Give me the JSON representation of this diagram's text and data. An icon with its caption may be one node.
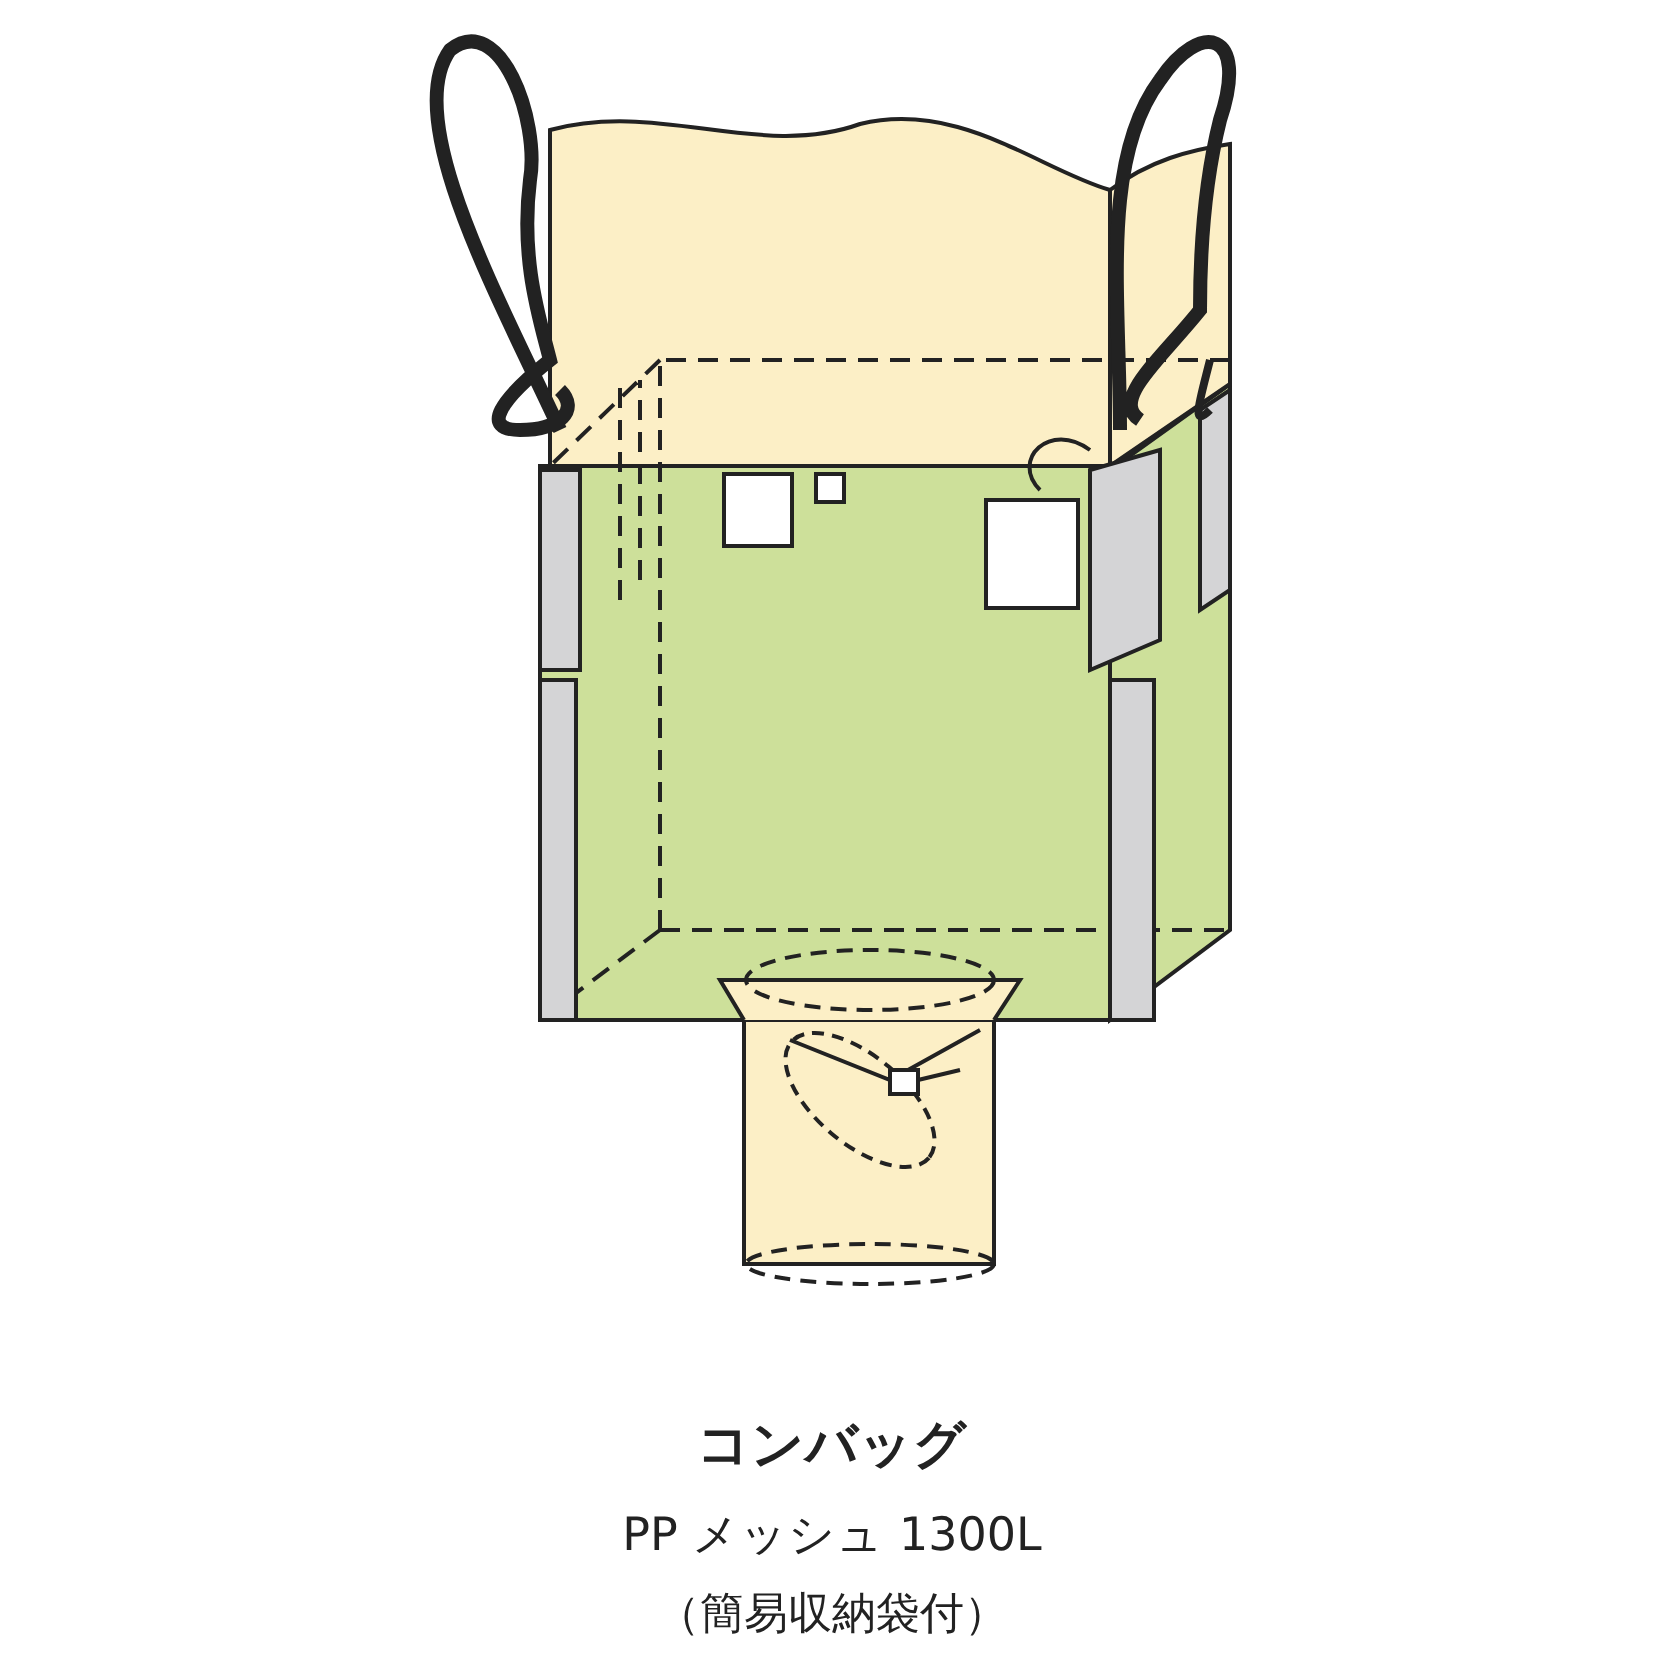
{
  "diagram": {
    "title": "コンバッグ",
    "labels": [
      "PP メッシュ 1300L",
      "（簡易収納袋付）"
    ]
  }
}
